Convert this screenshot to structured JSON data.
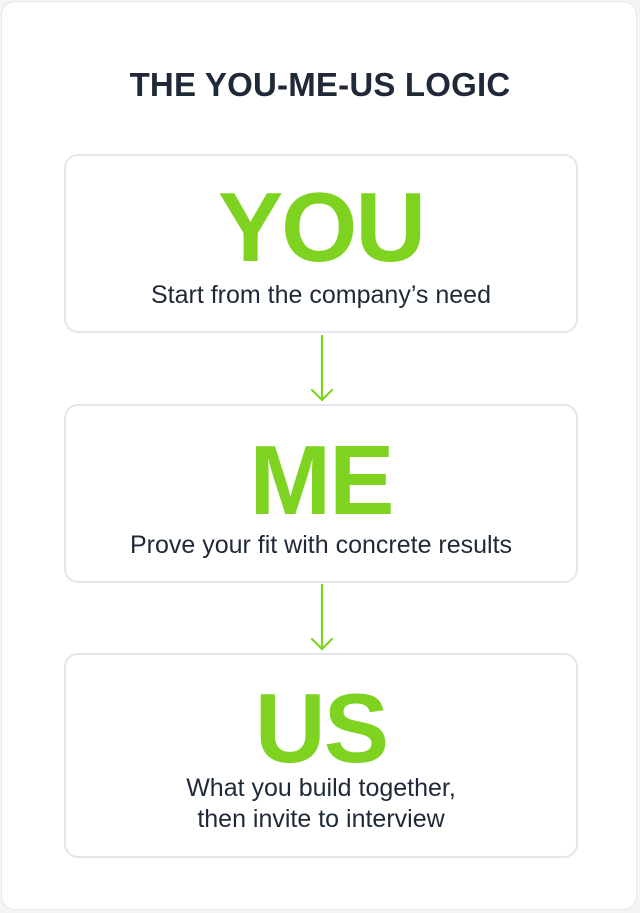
{
  "title": "THE YOU-ME-US LOGIC",
  "colors": {
    "accent": "#7ed321",
    "text": "#1f2937",
    "border": "#e3e7ec"
  },
  "steps": [
    {
      "heading": "YOU",
      "lines": [
        "Start from the company’s need"
      ]
    },
    {
      "heading": "ME",
      "lines": [
        "Prove your fit with concrete results"
      ]
    },
    {
      "heading": "US",
      "lines": [
        "What you build together,",
        "then invite to interview"
      ]
    }
  ]
}
